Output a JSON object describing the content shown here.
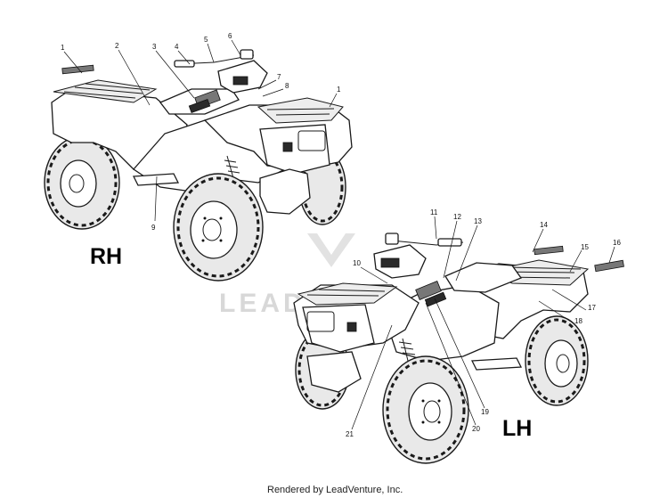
{
  "views": {
    "rh": {
      "label": "RH"
    },
    "lh": {
      "label": "LH"
    }
  },
  "callouts": [
    "1",
    "2",
    "3",
    "4",
    "5",
    "6",
    "7",
    "8",
    "1",
    "9",
    "10",
    "11",
    "12",
    "13",
    "14",
    "15",
    "16",
    "17",
    "18",
    "19",
    "20",
    "21"
  ],
  "watermark": "LEAD",
  "footer": "Rendered by LeadVenture, Inc.",
  "colors": {
    "line": "#1a1a1a",
    "watermark": "#d8d8d8"
  }
}
